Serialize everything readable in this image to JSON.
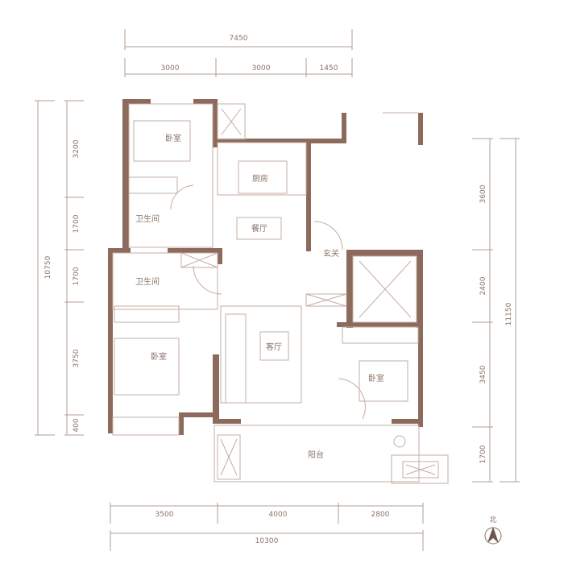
{
  "dimensions": {
    "top_total": "7450",
    "top_segments": [
      "3000",
      "3000",
      "1450"
    ],
    "left_total": "10750",
    "left_segments": [
      "3200",
      "1700",
      "1700",
      "3750",
      "400"
    ],
    "right_total": "11150",
    "right_segments": [
      "3600",
      "2400",
      "3450",
      "1700"
    ],
    "bottom_segments": [
      "3500",
      "4000",
      "2800"
    ],
    "bottom_total": "10300"
  },
  "rooms": {
    "bedroom_top": "卧室",
    "kitchen": "厨房",
    "dining": "餐厅",
    "bathroom_top": "卫生间",
    "bathroom_lower": "卫生间",
    "entrance": "玄关",
    "living": "客厅",
    "bedroom_left": "卧室",
    "bedroom_right": "卧室",
    "balcony": "阳台"
  },
  "compass": {
    "label": "北"
  },
  "colors": {
    "wall": "#8c6a5c",
    "line": "#c4ada2",
    "text": "#8a7468"
  }
}
